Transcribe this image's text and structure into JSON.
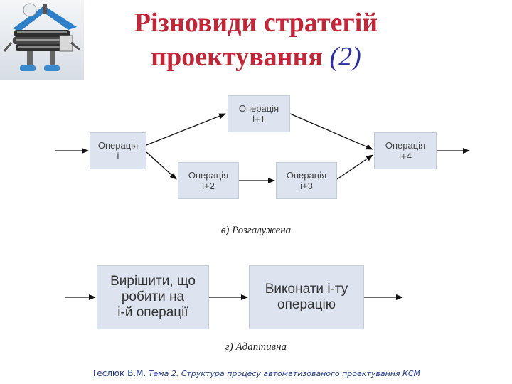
{
  "title": {
    "line1": "Різновиди стратегій",
    "line2": "проектування",
    "number": "(2)"
  },
  "branched": {
    "boxes": [
      {
        "line1": "Операція",
        "line2": "i"
      },
      {
        "line1": "Операція",
        "line2": "i+1"
      },
      {
        "line1": "Операція",
        "line2": "i+2"
      },
      {
        "line1": "Операція",
        "line2": "i+3"
      },
      {
        "line1": "Операція",
        "line2": "i+4"
      }
    ],
    "caption": "в) Розгалужена"
  },
  "adaptive": {
    "box1": {
      "line1": "Вирішити, що",
      "line2": "робити на",
      "line3": "і-й операції"
    },
    "box2": {
      "line1": "Виконати і-ту",
      "line2": "операцію"
    },
    "caption": "г) Адаптивна"
  },
  "footer": {
    "author": "Теслюк В.М.",
    "theme": "Тема 2.",
    "text": "Структура процесу автоматизованого проектування КСМ"
  }
}
